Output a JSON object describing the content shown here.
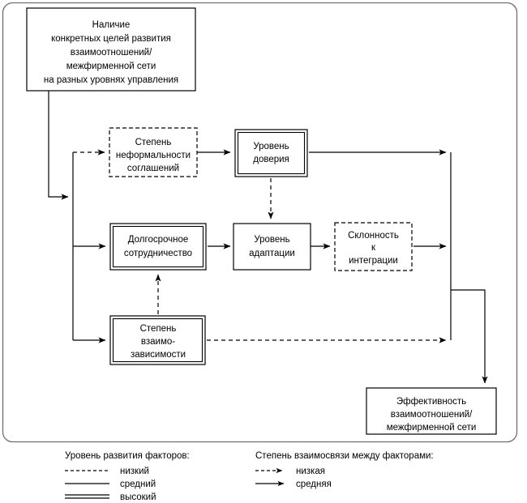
{
  "diagram": {
    "title_present": false,
    "frame": {
      "name": "outer-rounded-frame",
      "color": "#6f6f6f"
    },
    "line_color": "#000000",
    "box_fill": "#ffffff",
    "nodes": [
      {
        "id": "goals",
        "border": "single",
        "lines": [
          "Наличие",
          "конкретных целей развития",
          "взаимоотношений/",
          "межфирменной сети",
          "на разных уровнях управления"
        ]
      },
      {
        "id": "informality",
        "border": "dashed",
        "lines": [
          "Степень",
          "неформальности",
          "соглашений"
        ]
      },
      {
        "id": "trust",
        "border": "double",
        "lines": [
          "Уровень",
          "доверия"
        ]
      },
      {
        "id": "longterm",
        "border": "double",
        "lines": [
          "Долгосрочное",
          "сотрудничество"
        ]
      },
      {
        "id": "adaptation",
        "border": "single",
        "lines": [
          "Уровень",
          "адаптации"
        ]
      },
      {
        "id": "integration",
        "border": "dashed",
        "lines": [
          "Склонность",
          "к",
          "интеграции"
        ]
      },
      {
        "id": "interdependence",
        "border": "double",
        "lines": [
          "Степень",
          "взаимо-",
          "зависимости"
        ]
      },
      {
        "id": "effectiveness",
        "border": "single",
        "lines": [
          "Эффективность",
          "взаимоотношений/",
          "межфирменной сети"
        ]
      }
    ],
    "edges": [
      {
        "from": "goals",
        "to": "informality",
        "style": "dashed"
      },
      {
        "from": "goals",
        "to": "longterm",
        "style": "solid"
      },
      {
        "from": "goals",
        "to": "interdependence",
        "style": "solid"
      },
      {
        "from": "informality",
        "to": "trust",
        "style": "solid"
      },
      {
        "from": "trust",
        "to": "adaptation",
        "style": "dashed"
      },
      {
        "from": "longterm",
        "to": "adaptation",
        "style": "solid"
      },
      {
        "from": "adaptation",
        "to": "integration",
        "style": "solid"
      },
      {
        "from": "interdependence",
        "to": "longterm",
        "style": "dashed"
      },
      {
        "from": "trust",
        "to": "effectiveness",
        "style": "solid"
      },
      {
        "from": "integration",
        "to": "effectiveness",
        "style": "solid"
      },
      {
        "from": "interdependence",
        "to": "effectiveness",
        "style": "dashed"
      }
    ]
  },
  "legend": {
    "left": {
      "title": "Уровень развития факторов:",
      "items": [
        {
          "sample": "dashed",
          "label": "низкий"
        },
        {
          "sample": "solid",
          "label": "средний"
        },
        {
          "sample": "double",
          "label": "высокий"
        }
      ]
    },
    "right": {
      "title": "Степень взаимосвязи между факторами:",
      "items": [
        {
          "sample": "dashed-arrow",
          "label": "низкая"
        },
        {
          "sample": "solid-arrow",
          "label": "средняя"
        }
      ]
    }
  }
}
